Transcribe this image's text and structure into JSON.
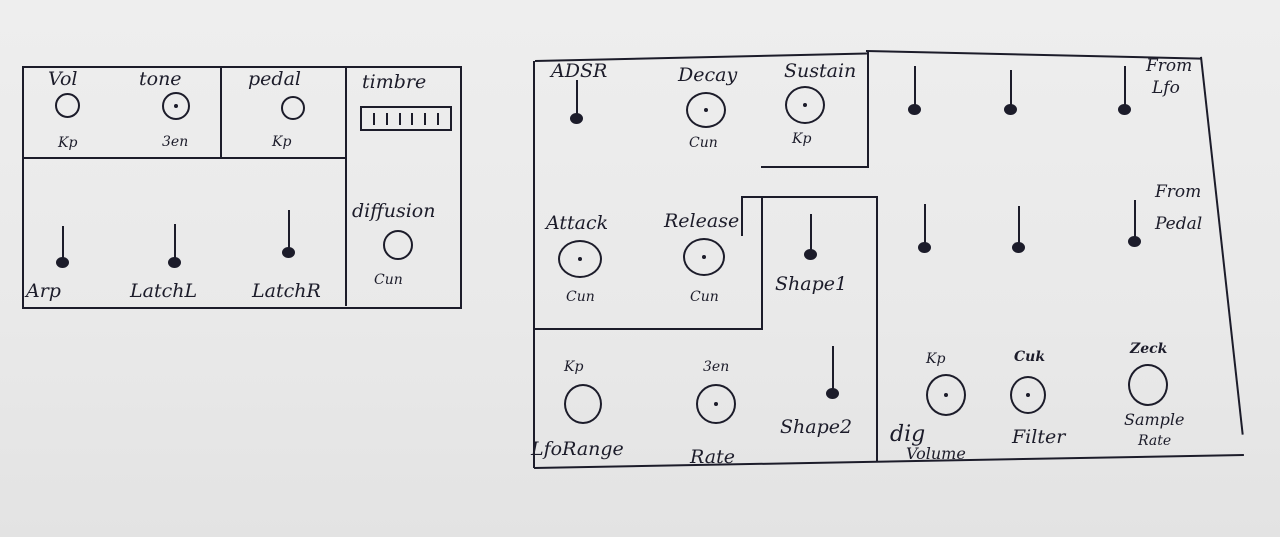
{
  "left_panel": {
    "vol": {
      "label": "Vol",
      "note": "Kp"
    },
    "tone": {
      "label": "tone",
      "note": "3en"
    },
    "pedal": {
      "label": "pedal",
      "note": "Kp"
    },
    "timbre": {
      "label": "timbre"
    },
    "diffusion": {
      "label": "diffusion",
      "note": "Cun"
    },
    "switches": [
      {
        "label": "Arp"
      },
      {
        "label": "LatchL"
      },
      {
        "label": "LatchR"
      }
    ]
  },
  "right_panel": {
    "adsr": {
      "label": "ADSR"
    },
    "decay": {
      "label": "Decay",
      "note": "Cun"
    },
    "sustain": {
      "label": "Sustain",
      "note": "Kp"
    },
    "attack": {
      "label": "Attack",
      "note": "Cun"
    },
    "release": {
      "label": "Release",
      "note": "Cun"
    },
    "shape1": {
      "label": "Shape1"
    },
    "lfo_range": {
      "label": "LfoRange",
      "note": "Kp"
    },
    "rate": {
      "label": "Rate",
      "note": "3en"
    },
    "shape2": {
      "label": "Shape2"
    },
    "dig_volume": {
      "label_top": "dig",
      "label_bottom": "Volume",
      "note": "Kp"
    },
    "filter": {
      "label": "Filter",
      "note": "Cuk"
    },
    "sample_rate": {
      "label_top": "Sample",
      "label_bottom": "Rate",
      "note": "Zeck"
    },
    "from_lfo": {
      "line1": "From",
      "line2": "Lfo"
    },
    "from_pedal": {
      "line1": "From",
      "line2": "Pedal"
    }
  }
}
